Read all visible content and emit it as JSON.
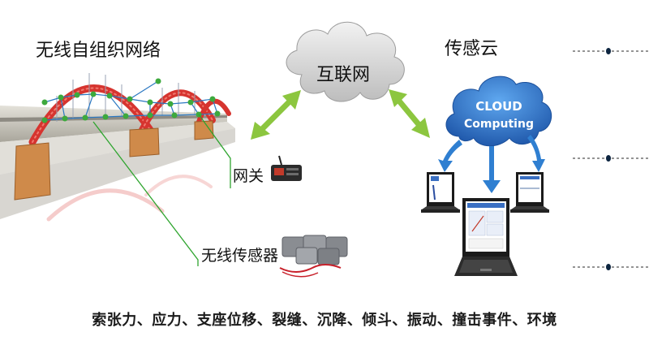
{
  "left_title": "无线自组织网络",
  "right_title": "传感云",
  "internet_label": "互联网",
  "gateway_label": "网关",
  "sensor_label": "无线传感器",
  "cloud_computing": {
    "line1": "CLOUD",
    "line2": "Computing"
  },
  "caption": "索张力、应力、支座位移、裂缝、沉降、倾斗、振动、撞击事件、环境",
  "colors": {
    "arch": "#d6342f",
    "deck": "#c9c7bf",
    "node": "#3da93d",
    "link_line": "#2fa52f",
    "mesh_line": "#2b78c2",
    "arrow_green": "#8cc63f",
    "cloud_blue": "#2f73c9",
    "arrow_blue": "#2f7fd1"
  }
}
